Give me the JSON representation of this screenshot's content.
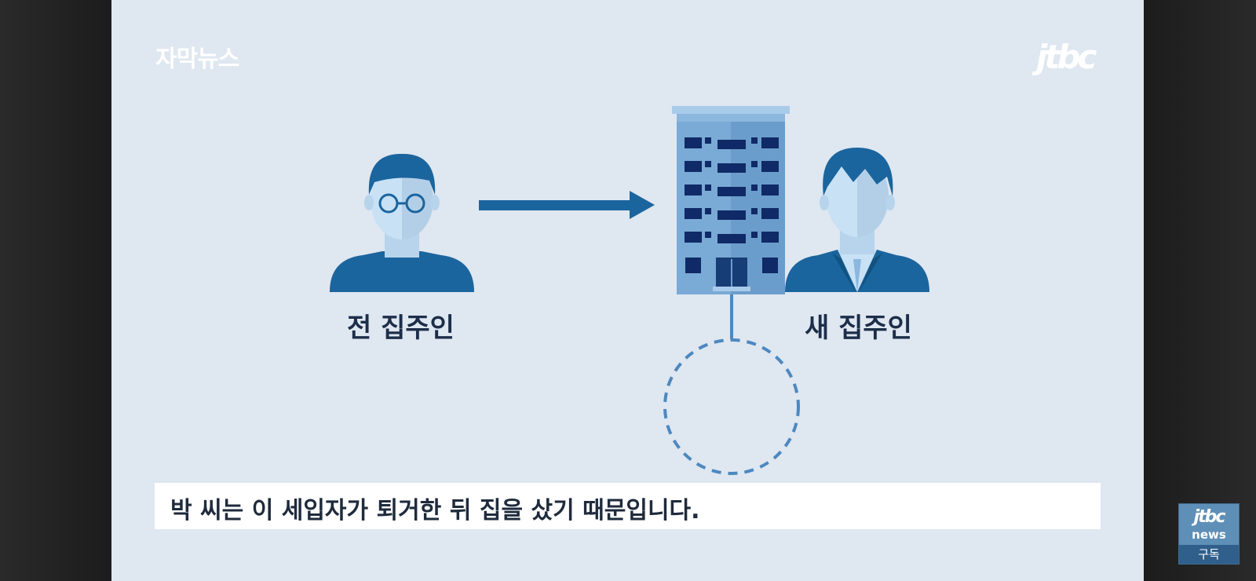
{
  "video": {
    "corner_label": "자막뉴스",
    "channel_logo": "jtbc",
    "labels": {
      "previous_owner": "전 집주인",
      "new_owner": "새 집주인"
    },
    "subtitle": "박 씨는 이 세입자가 퇴거한 뒤 집을 샀기 때문입니다."
  },
  "subscribe": {
    "logo": "jtbc",
    "brand": "news",
    "label": "구독"
  },
  "colors": {
    "background": "#dfe7f0",
    "person_blue": "#1b659e",
    "face": "#c8e1f5",
    "building": "#7aaad6",
    "window": "#0f2a66"
  }
}
